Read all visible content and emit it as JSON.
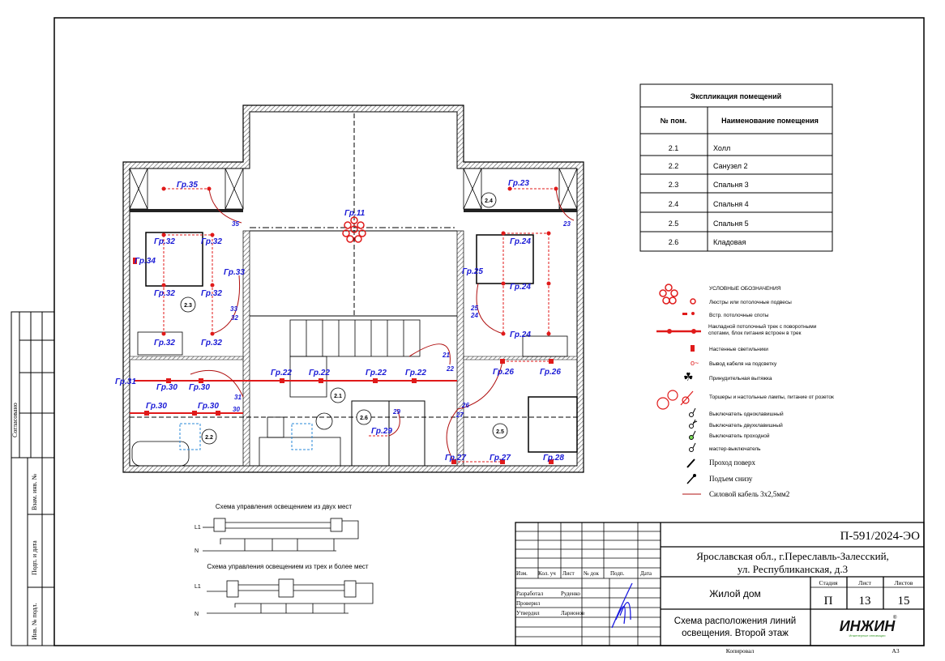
{
  "side_strip": {
    "agreed": "Согласовано",
    "inv_replace": "Взам. инв. №",
    "sign_date": "Подп. и дата",
    "inv_orig": "Инв. № подл."
  },
  "explication": {
    "title": "Экспликация помещений",
    "col_num": "№ пом.",
    "col_name": "Наименование помещения",
    "rows": [
      {
        "num": "2.1",
        "name": "Холл"
      },
      {
        "num": "2.2",
        "name": "Санузел 2"
      },
      {
        "num": "2.3",
        "name": "Спальня 3"
      },
      {
        "num": "2.4",
        "name": "Спальня 4"
      },
      {
        "num": "2.5",
        "name": "Спальня 5"
      },
      {
        "num": "2.6",
        "name": "Кладовая"
      }
    ]
  },
  "legend": {
    "title": "УСЛОВНЫЕ ОБОЗНАЧЕНИЯ",
    "items": [
      "Люстры или потолочные подвесы",
      "Встр. потолочные споты",
      "Накладной потолочный трек с поворотными спотами, блок питания встроен в трек",
      "Настенные светильники",
      "Вывод кабеля на подсветку",
      "Принудительная вытяжка",
      "Торшеры и настольные лампы, питание от розеток",
      "Выключатель одноклавишный",
      "Выключатель двухклавишный",
      "Выключатель проходной",
      "мастер-выключатель",
      "Проход поверх",
      "Подъем снизу",
      "Силовой кабель 3х2,5мм2"
    ]
  },
  "schemes": {
    "two_places_title": "Схема управления освещением из двух мест",
    "three_places_title": "Схема управления освещением из трех и более мест",
    "l1": "L1",
    "n": "N"
  },
  "plan": {
    "rooms": [
      "2.1",
      "2.2",
      "2.3",
      "2.4",
      "2.5",
      "2.6"
    ],
    "labels": [
      "Гр.35",
      "35",
      "Гр.32",
      "Гр.34",
      "Гр.33",
      "33",
      "32",
      "Гр.11",
      "Гр.31",
      "Гр.30",
      "31",
      "30",
      "Гр.22",
      "21",
      "22",
      "Гр.23",
      "23",
      "Гр.24",
      "Гр.25",
      "25",
      "24",
      "Гр.26",
      "26",
      "27",
      "29",
      "Гр.29",
      "Гр.27",
      "Гр.28"
    ]
  },
  "title_block": {
    "code": "П-591/2024-ЭО",
    "address_line1": "Ярославская обл., г.Переславль-Залесский,",
    "address_line2": "ул. Республиканская, д.3",
    "object": "Жилой дом",
    "sheet_title_line1": "Схема расположения линий",
    "sheet_title_line2": "освещения. Второй этаж",
    "stage_label": "Стадия",
    "sheet_label": "Лист",
    "sheets_label": "Листов",
    "stage": "П",
    "sheet": "13",
    "sheets": "15",
    "col_izm": "Изм.",
    "col_kol": "Кол. уч",
    "col_list": "Лист",
    "col_doc": "№ док",
    "col_sign": "Подп.",
    "col_date": "Дата",
    "developed": "Разработал",
    "developed_name": "Руденко",
    "checked": "Проверил",
    "approved": "Утвердил",
    "approved_name": "Ларионов",
    "logo": "ИНЖИН",
    "logo_sub": "Инженерные инновации",
    "copied": "Копировал",
    "format": "А3"
  },
  "colors": {
    "red": "#e01a1a",
    "blue": "#1a1ad6",
    "cable": "#b01010"
  }
}
